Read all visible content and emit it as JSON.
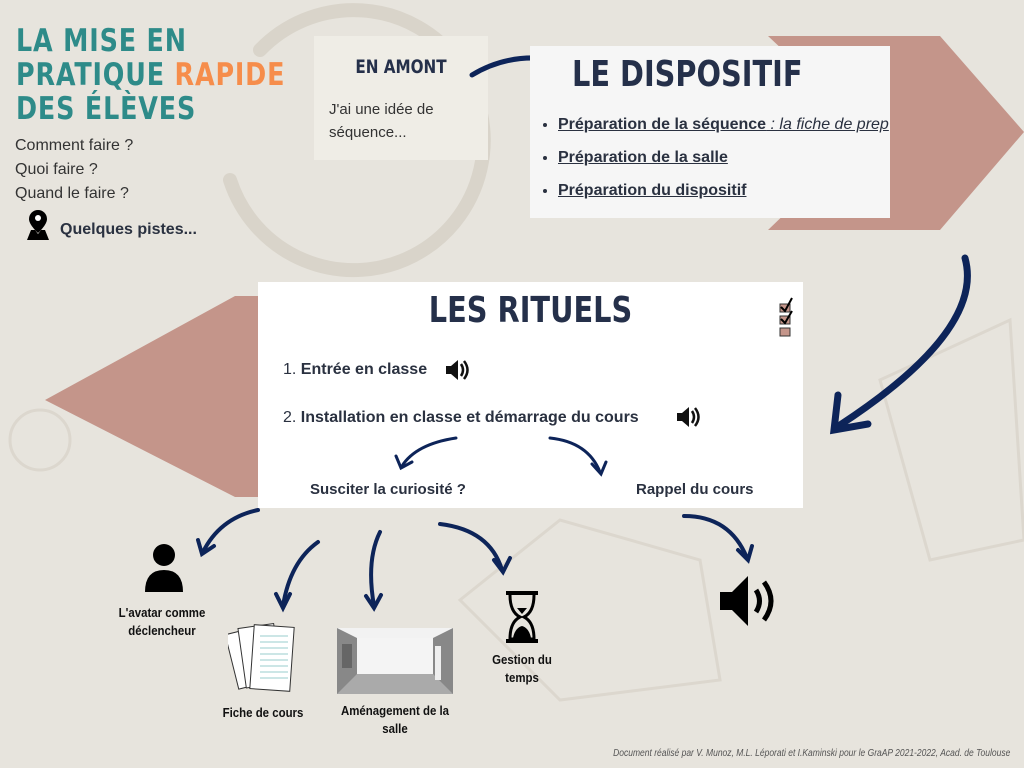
{
  "title": {
    "line1": "LA MISE EN",
    "line2_a": "PRATIQUE ",
    "line2_b": "RAPIDE",
    "line3": "DES ÉLÈVES"
  },
  "questions": [
    "Comment faire ?",
    "Quoi faire ?",
    "Quand le faire ?"
  ],
  "pistes": "Quelques pistes...",
  "amont": {
    "title": "EN AMONT",
    "text": "J'ai une idée de séquence..."
  },
  "dispositif": {
    "title": "LE DISPOSITIF",
    "items": [
      {
        "link": "Préparation de la séquence",
        "suffix": " : la fiche de prep"
      },
      {
        "link": "Préparation de la salle "
      },
      {
        "link": "Préparation du dispositif"
      }
    ]
  },
  "rituels": {
    "title": "LES RITUELS",
    "item1": "1. ",
    "item1_b": "Entrée en classe",
    "item2": "2. ",
    "item2_b": "Installation en classe et démarrage du cours",
    "curiosite": "Susciter la curiosité ?",
    "rappel": "Rappel du cours"
  },
  "bottom": {
    "avatar": "L'avatar comme déclencheur",
    "fiche": "Fiche de cours",
    "amenagement": "Aménagement de la salle",
    "temps": "Gestion du temps"
  },
  "footer": "Document réalisé par V. Munoz, M.L. Léporati et I.Kaminski pour le GraAP 2021-2022, Acad. de Toulouse",
  "colors": {
    "teal": "#2e8b89",
    "orange": "#f68d4b",
    "chevron": "#c4958a",
    "arrow": "#0d2459"
  }
}
